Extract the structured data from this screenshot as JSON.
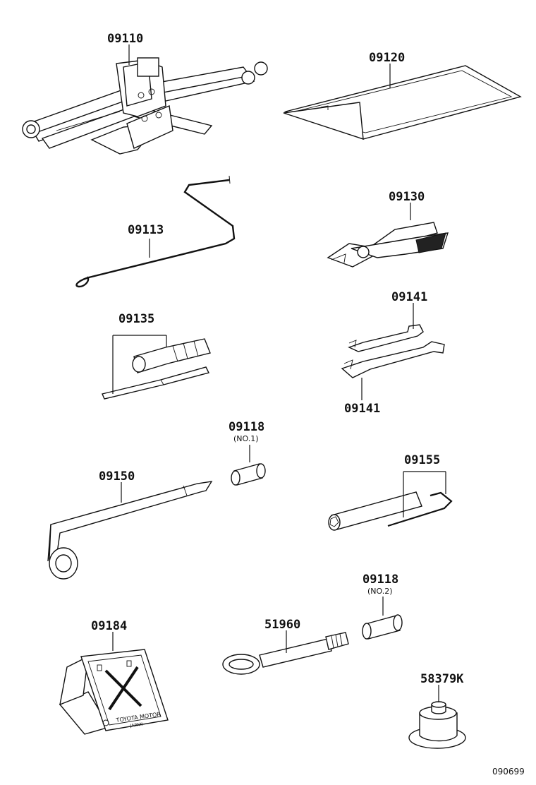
{
  "diagram": {
    "parts": [
      {
        "id": "jack",
        "label": "09110"
      },
      {
        "id": "tool-bag",
        "label": "09120"
      },
      {
        "id": "jack-handle",
        "label": "09113"
      },
      {
        "id": "pliers",
        "label": "09130"
      },
      {
        "id": "screwdriver",
        "label": "09135"
      },
      {
        "id": "wrench-upper",
        "label": "09141"
      },
      {
        "id": "wrench-lower",
        "label": "09141"
      },
      {
        "id": "extension-no1",
        "label": "09118",
        "sub": "(NO.1)"
      },
      {
        "id": "lug-wrench",
        "label": "09150"
      },
      {
        "id": "socket-set",
        "label": "09155"
      },
      {
        "id": "extension-no2",
        "label": "09118",
        "sub": "(NO.2)"
      },
      {
        "id": "wheel-chock",
        "label": "09184",
        "text": "TOYOTA MOTOR",
        "text2": "JAPAN"
      },
      {
        "id": "towing-eye",
        "label": "51960"
      },
      {
        "id": "cap",
        "label": "58379K"
      }
    ],
    "reference": "090699"
  }
}
